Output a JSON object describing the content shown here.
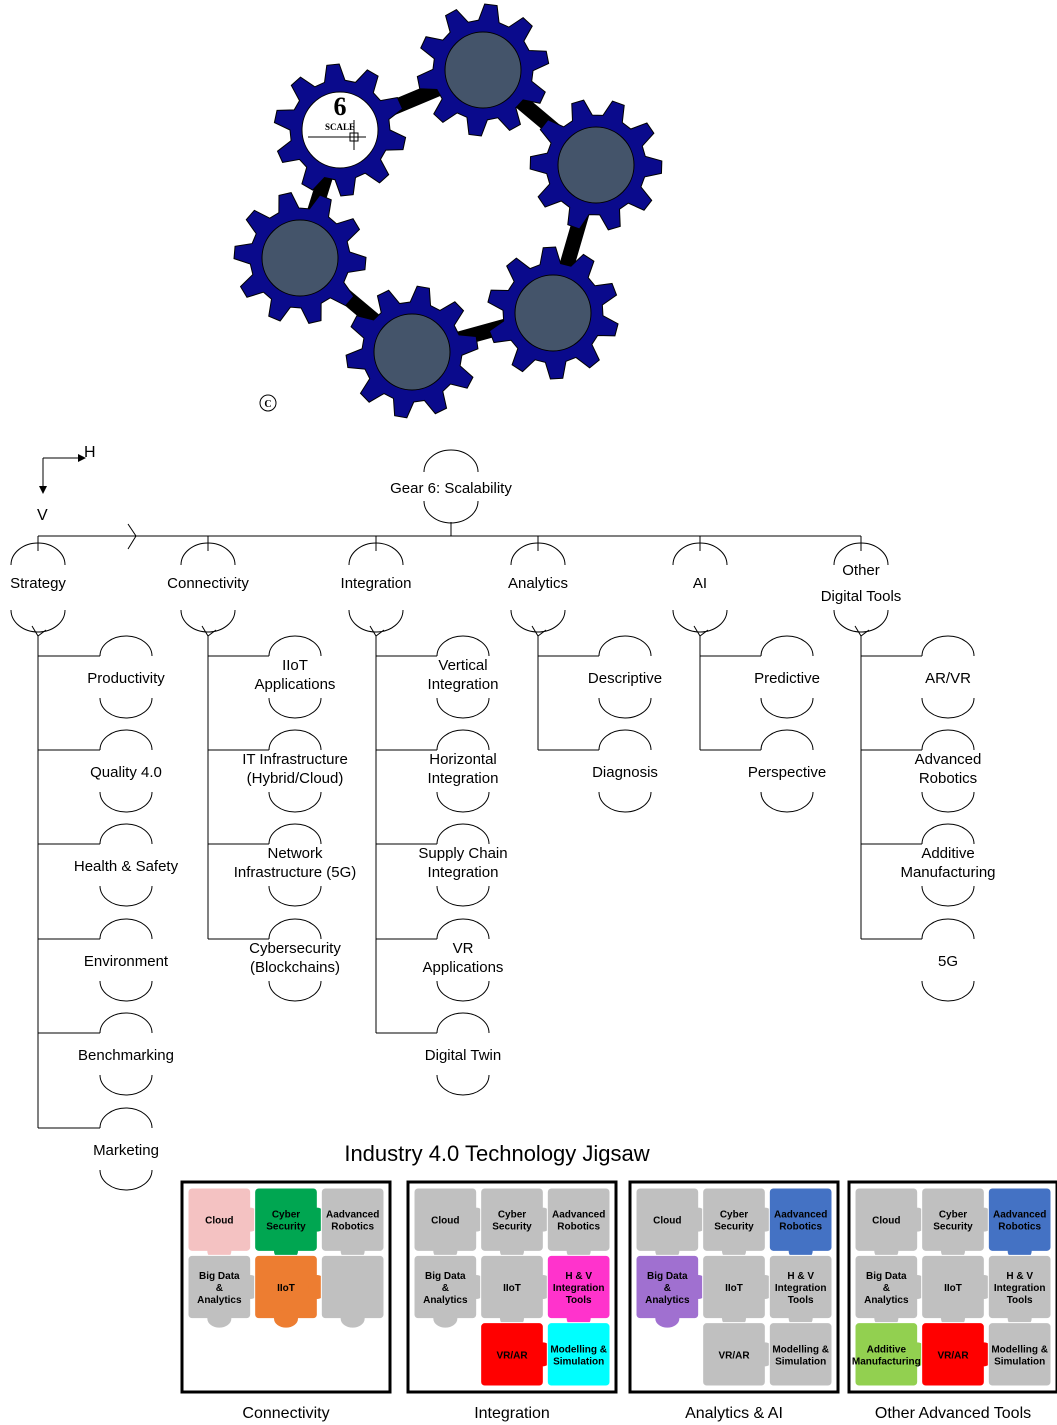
{
  "gear_badge": {
    "number": "6",
    "label": "SCALE",
    "mark": "C"
  },
  "axes": {
    "h": "H",
    "v": "V"
  },
  "root": "Gear 6: Scalability",
  "branches": [
    {
      "label": [
        "Strategy"
      ],
      "children": [
        [
          "Productivity"
        ],
        [
          "Quality 4.0"
        ],
        [
          "Health & Safety"
        ],
        [
          "Environment"
        ],
        [
          "Benchmarking"
        ],
        [
          "Marketing"
        ]
      ]
    },
    {
      "label": [
        "Connectivity"
      ],
      "children": [
        [
          "IIoT",
          "Applications"
        ],
        [
          "IT Infrastructure",
          "(Hybrid/Cloud)"
        ],
        [
          "Network",
          "Infrastructure (5G)"
        ],
        [
          "Cybersecurity",
          "(Blockchains)"
        ]
      ]
    },
    {
      "label": [
        "Integration"
      ],
      "children": [
        [
          "Vertical",
          "Integration"
        ],
        [
          "Horizontal",
          "Integration"
        ],
        [
          "Supply Chain",
          "Integration"
        ],
        [
          "VR",
          "Applications"
        ],
        [
          "Digital Twin"
        ]
      ]
    },
    {
      "label": [
        "Analytics"
      ],
      "children": [
        [
          "Descriptive"
        ],
        [
          "Diagnosis"
        ]
      ]
    },
    {
      "label": [
        "AI"
      ],
      "children": [
        [
          "Predictive"
        ],
        [
          "Perspective"
        ]
      ]
    },
    {
      "label": [
        "Other",
        "Digital Tools"
      ],
      "children": [
        [
          "AR/VR"
        ],
        [
          "Advanced",
          "Robotics"
        ],
        [
          "Additive",
          "Manufacturing"
        ],
        [
          "5G"
        ]
      ]
    }
  ],
  "jigsaw_title": "Industry 4.0 Technology Jigsaw",
  "jigsaws": [
    {
      "caption": "Connectivity",
      "pieces": [
        {
          "t": [
            "Cloud"
          ],
          "c": "#f4c2c2"
        },
        {
          "t": [
            "Cyber",
            "Security"
          ],
          "c": "#00a651"
        },
        {
          "t": [
            "Aadvanced",
            "Robotics"
          ],
          "c": "#c0c0c0"
        },
        {
          "t": [
            "Big Data",
            "&",
            "Analytics"
          ],
          "c": "#c0c0c0"
        },
        {
          "t": [
            "IIoT"
          ],
          "c": "#ed7d31"
        },
        {
          "t": [],
          "c": "#c0c0c0"
        },
        {
          "t": [],
          "c": "#ffffff"
        },
        {
          "t": [],
          "c": "#ffffff"
        },
        {
          "t": [],
          "c": "#ffffff"
        }
      ]
    },
    {
      "caption": "Integration",
      "pieces": [
        {
          "t": [
            "Cloud"
          ],
          "c": "#c0c0c0"
        },
        {
          "t": [
            "Cyber",
            "Security"
          ],
          "c": "#c0c0c0"
        },
        {
          "t": [
            "Aadvanced",
            "Robotics"
          ],
          "c": "#c0c0c0"
        },
        {
          "t": [
            "Big Data",
            "&",
            "Analytics"
          ],
          "c": "#c0c0c0"
        },
        {
          "t": [
            "IIoT"
          ],
          "c": "#c0c0c0"
        },
        {
          "t": [
            "H & V",
            "Integration",
            "Tools"
          ],
          "c": "#ff33cc"
        },
        {
          "t": [],
          "c": "#ffffff"
        },
        {
          "t": [
            "VR/AR"
          ],
          "c": "#ff0000"
        },
        {
          "t": [
            "Modelling &",
            "Simulation"
          ],
          "c": "#00ffff"
        }
      ]
    },
    {
      "caption": "Analytics & AI",
      "pieces": [
        {
          "t": [
            "Cloud"
          ],
          "c": "#c0c0c0"
        },
        {
          "t": [
            "Cyber",
            "Security"
          ],
          "c": "#c0c0c0"
        },
        {
          "t": [
            "Aadvanced",
            "Robotics"
          ],
          "c": "#4472c4"
        },
        {
          "t": [
            "Big Data",
            "&",
            "Analytics"
          ],
          "c": "#a070d0"
        },
        {
          "t": [
            "IIoT"
          ],
          "c": "#c0c0c0"
        },
        {
          "t": [
            "H & V",
            "Integration",
            "Tools"
          ],
          "c": "#c0c0c0"
        },
        {
          "t": [],
          "c": "#ffffff"
        },
        {
          "t": [
            "VR/AR"
          ],
          "c": "#c0c0c0"
        },
        {
          "t": [
            "Modelling &",
            "Simulation"
          ],
          "c": "#c0c0c0"
        }
      ]
    },
    {
      "caption": "Other Advanced Tools",
      "pieces": [
        {
          "t": [
            "Cloud"
          ],
          "c": "#c0c0c0"
        },
        {
          "t": [
            "Cyber",
            "Security"
          ],
          "c": "#c0c0c0"
        },
        {
          "t": [
            "Aadvanced",
            "Robotics"
          ],
          "c": "#4472c4"
        },
        {
          "t": [
            "Big Data",
            "&",
            "Analytics"
          ],
          "c": "#c0c0c0"
        },
        {
          "t": [
            "IIoT"
          ],
          "c": "#c0c0c0"
        },
        {
          "t": [
            "H & V",
            "Integration",
            "Tools"
          ],
          "c": "#c0c0c0"
        },
        {
          "t": [
            "Additive",
            "Manufacturing"
          ],
          "c": "#92d050"
        },
        {
          "t": [
            "VR/AR"
          ],
          "c": "#ff0000"
        },
        {
          "t": [
            "Modelling &",
            "Simulation"
          ],
          "c": "#c0c0c0"
        }
      ]
    }
  ],
  "colors": {
    "gear": "#0a0a8c",
    "hub": "#44546a",
    "chain": "#000000"
  }
}
